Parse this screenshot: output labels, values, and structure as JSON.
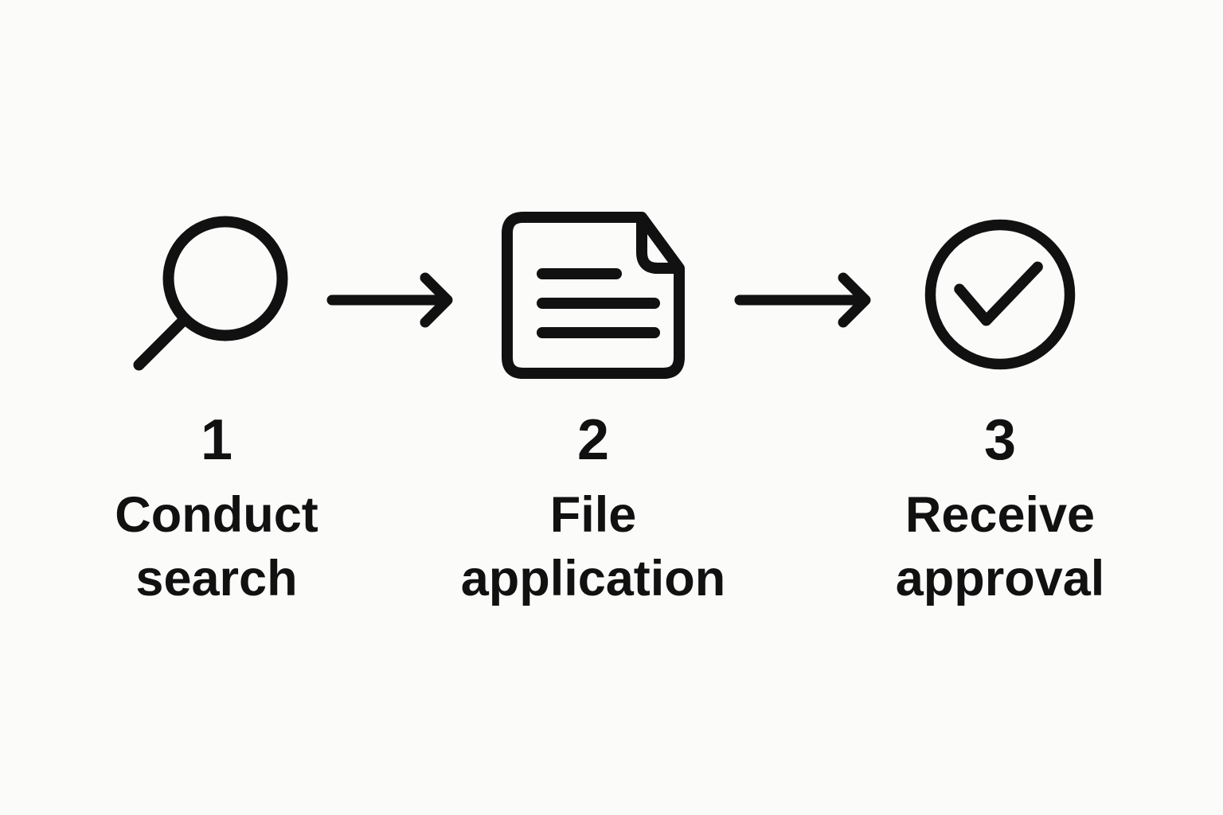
{
  "page": {
    "background_color": "#fbfbfa",
    "ink_color": "#111111",
    "title": "Three-step process diagram"
  },
  "steps": [
    {
      "number": "1",
      "label": "Conduct search",
      "icon": "search-icon"
    },
    {
      "number": "2",
      "label": "File application",
      "icon": "document-icon"
    },
    {
      "number": "3",
      "label": "Receive approval",
      "icon": "check-circle-icon"
    }
  ],
  "connectors": [
    {
      "icon": "arrow-right-icon",
      "from": "Conduct search",
      "to": "File application"
    },
    {
      "icon": "arrow-right-icon",
      "from": "File application",
      "to": "Receive approval"
    }
  ]
}
